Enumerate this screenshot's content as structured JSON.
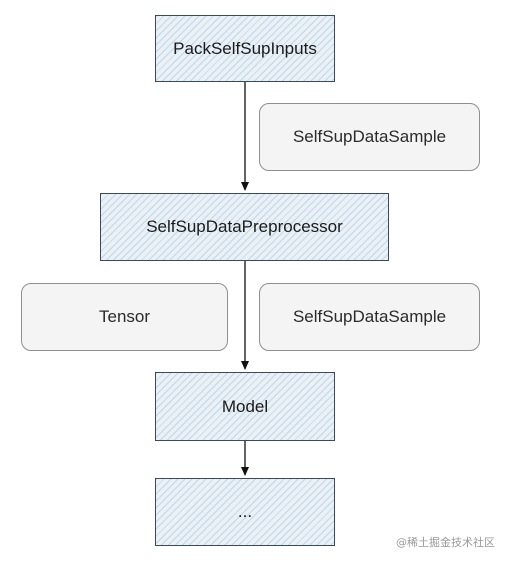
{
  "diagram": {
    "nodes": {
      "pack_inputs": "PackSelfSupInputs",
      "data_sample_1": "SelfSupDataSample",
      "data_preprocessor": "SelfSupDataPreprocessor",
      "tensor": "Tensor",
      "data_sample_2": "SelfSupDataSample",
      "model": "Model",
      "ellipsis": "..."
    },
    "edges": [
      {
        "from": "pack_inputs",
        "to": "data_preprocessor"
      },
      {
        "from": "data_preprocessor",
        "to": "model"
      },
      {
        "from": "model",
        "to": "ellipsis"
      }
    ]
  },
  "watermark": "@稀土掘金技术社区"
}
